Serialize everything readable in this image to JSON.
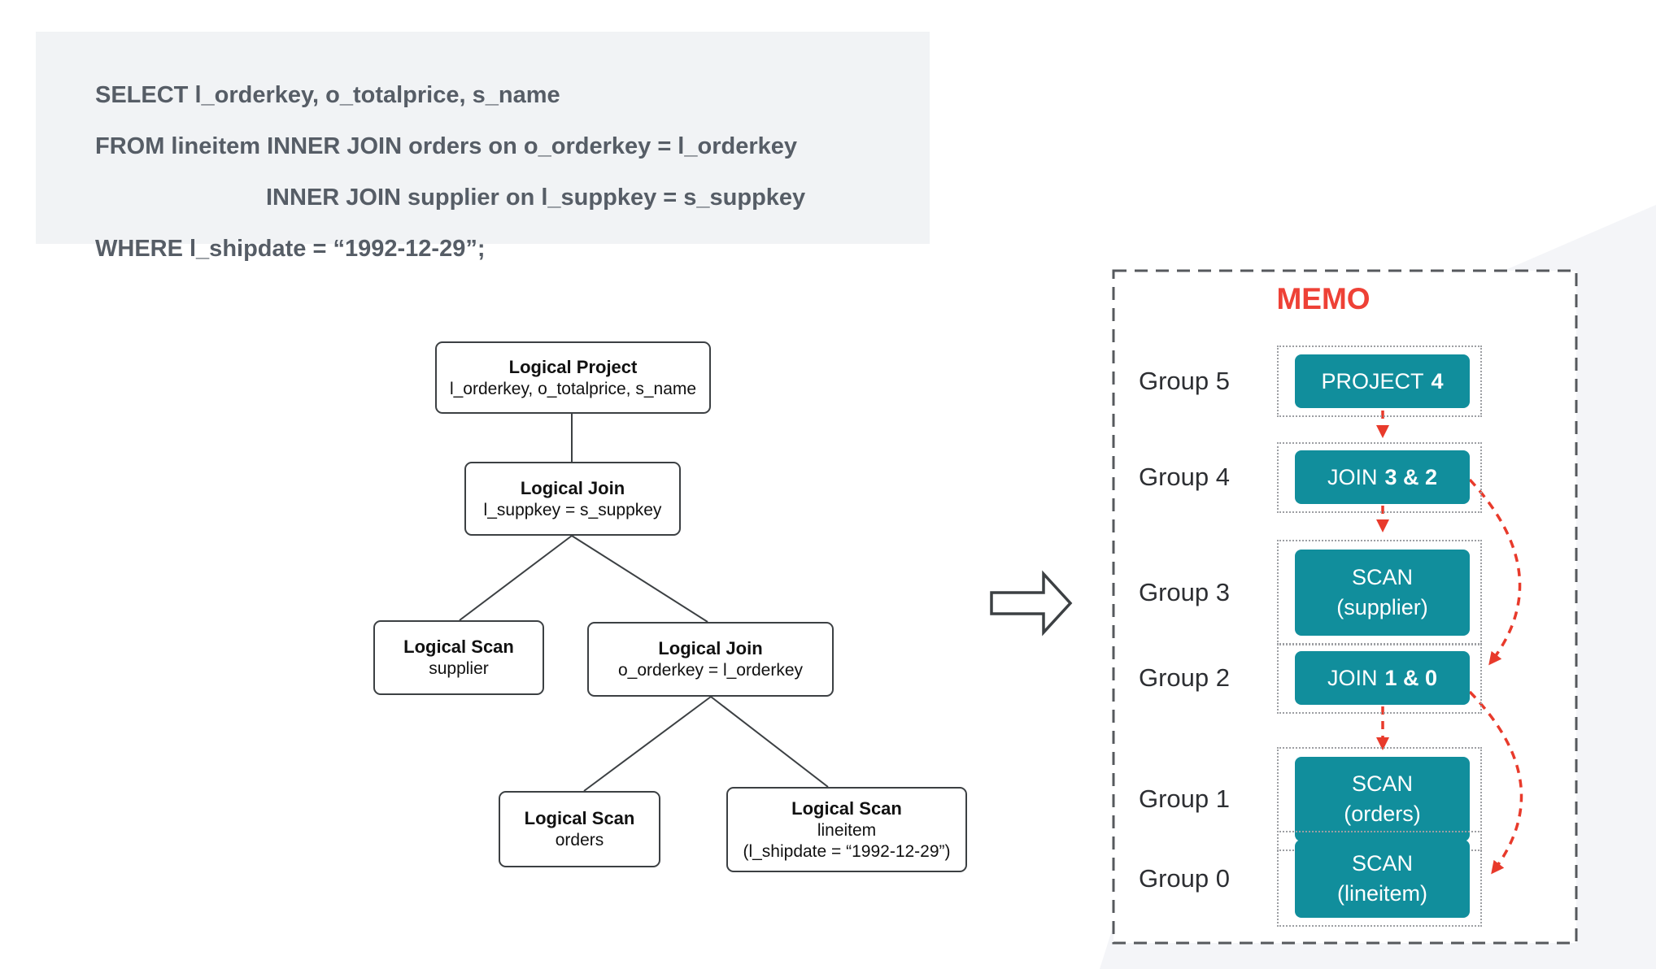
{
  "sql": {
    "lines": [
      {
        "text": "SELECT l_orderkey, o_totalprice, s_name"
      },
      {
        "text": "FROM lineitem INNER JOIN orders on o_orderkey = l_orderkey"
      },
      {
        "text": "INNER JOIN supplier on l_suppkey = s_suppkey"
      },
      {
        "text": "WHERE l_shipdate = “1992-12-29”;"
      }
    ]
  },
  "tree": {
    "nodes": [
      {
        "title": "Logical Project",
        "lines": [
          "l_orderkey, o_totalprice, s_name"
        ]
      },
      {
        "title": "Logical Join",
        "lines": [
          "l_suppkey = s_suppkey"
        ]
      },
      {
        "title": "Logical Scan",
        "lines": [
          "supplier"
        ]
      },
      {
        "title": "Logical Join",
        "lines": [
          "o_orderkey = l_orderkey"
        ]
      },
      {
        "title": "Logical Scan",
        "lines": [
          "orders"
        ]
      },
      {
        "title": "Logical Scan",
        "lines": [
          "lineitem",
          "(l_shipdate = “1992-12-29”)"
        ]
      }
    ]
  },
  "memo": {
    "title": "MEMO",
    "groups": [
      {
        "label": "Group 5",
        "box": {
          "text": "PROJECT",
          "bold": "4",
          "line2": ""
        }
      },
      {
        "label": "Group 4",
        "box": {
          "text": "JOIN",
          "bold": "3 & 2",
          "line2": ""
        }
      },
      {
        "label": "Group 3",
        "box": {
          "text": "SCAN",
          "bold": "",
          "line2": "(supplier)"
        }
      },
      {
        "label": "Group 2",
        "box": {
          "text": "JOIN",
          "bold": "1 & 0",
          "line2": ""
        }
      },
      {
        "label": "Group 1",
        "box": {
          "text": "SCAN",
          "bold": "",
          "line2": "(orders)"
        }
      },
      {
        "label": "Group 0",
        "box": {
          "text": "SCAN",
          "bold": "",
          "line2": "(lineitem)"
        }
      }
    ]
  },
  "colors": {
    "teal": "#118e9c",
    "memo_red": "#ee4136",
    "arrow_red": "#e83a2b",
    "sql_text": "#565d66",
    "sql_bg": "#f1f3f5",
    "wedge_gray": "#f4f5f8",
    "box_border": "#3c4043"
  }
}
